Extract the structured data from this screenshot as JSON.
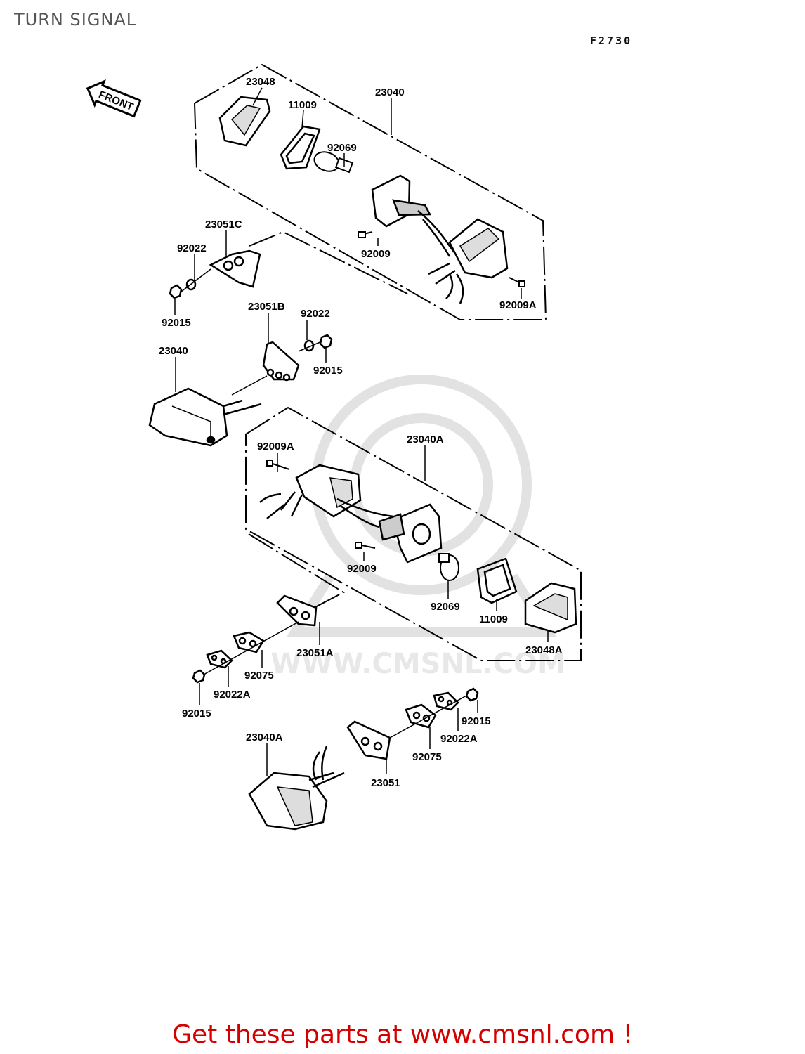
{
  "header": {
    "title": "TURN SIGNAL",
    "figure_code": "F2730"
  },
  "front_arrow_label": "FRONT",
  "watermark_text": "WWW.CMSNL.COM",
  "labels": {
    "p23048": "23048",
    "p11009_top": "11009",
    "p23040_top": "23040",
    "p92069_top": "92069",
    "p23051C": "23051C",
    "p92022_left": "92022",
    "p92009_top": "92009",
    "p92015_left": "92015",
    "p92009A_top": "92009A",
    "p23051B": "23051B",
    "p92022_mid": "92022",
    "p23040_mid": "23040",
    "p92015_mid": "92015",
    "p92009A_mid": "92009A",
    "p23040A_box": "23040A",
    "p92009_mid": "92009",
    "p92069_mid": "92069",
    "p11009_mid": "11009",
    "p23051A": "23051A",
    "p23048A": "23048A",
    "p92075_left": "92075",
    "p92022A_left": "92022A",
    "p92015_low": "92015",
    "p92015_right": "92015",
    "p92022A_right": "92022A",
    "p23040A_low": "23040A",
    "p92075_right": "92075",
    "p23051": "23051"
  },
  "footer": {
    "text": "Get these parts at www.cmsnl.com !",
    "color": "#d40000"
  }
}
